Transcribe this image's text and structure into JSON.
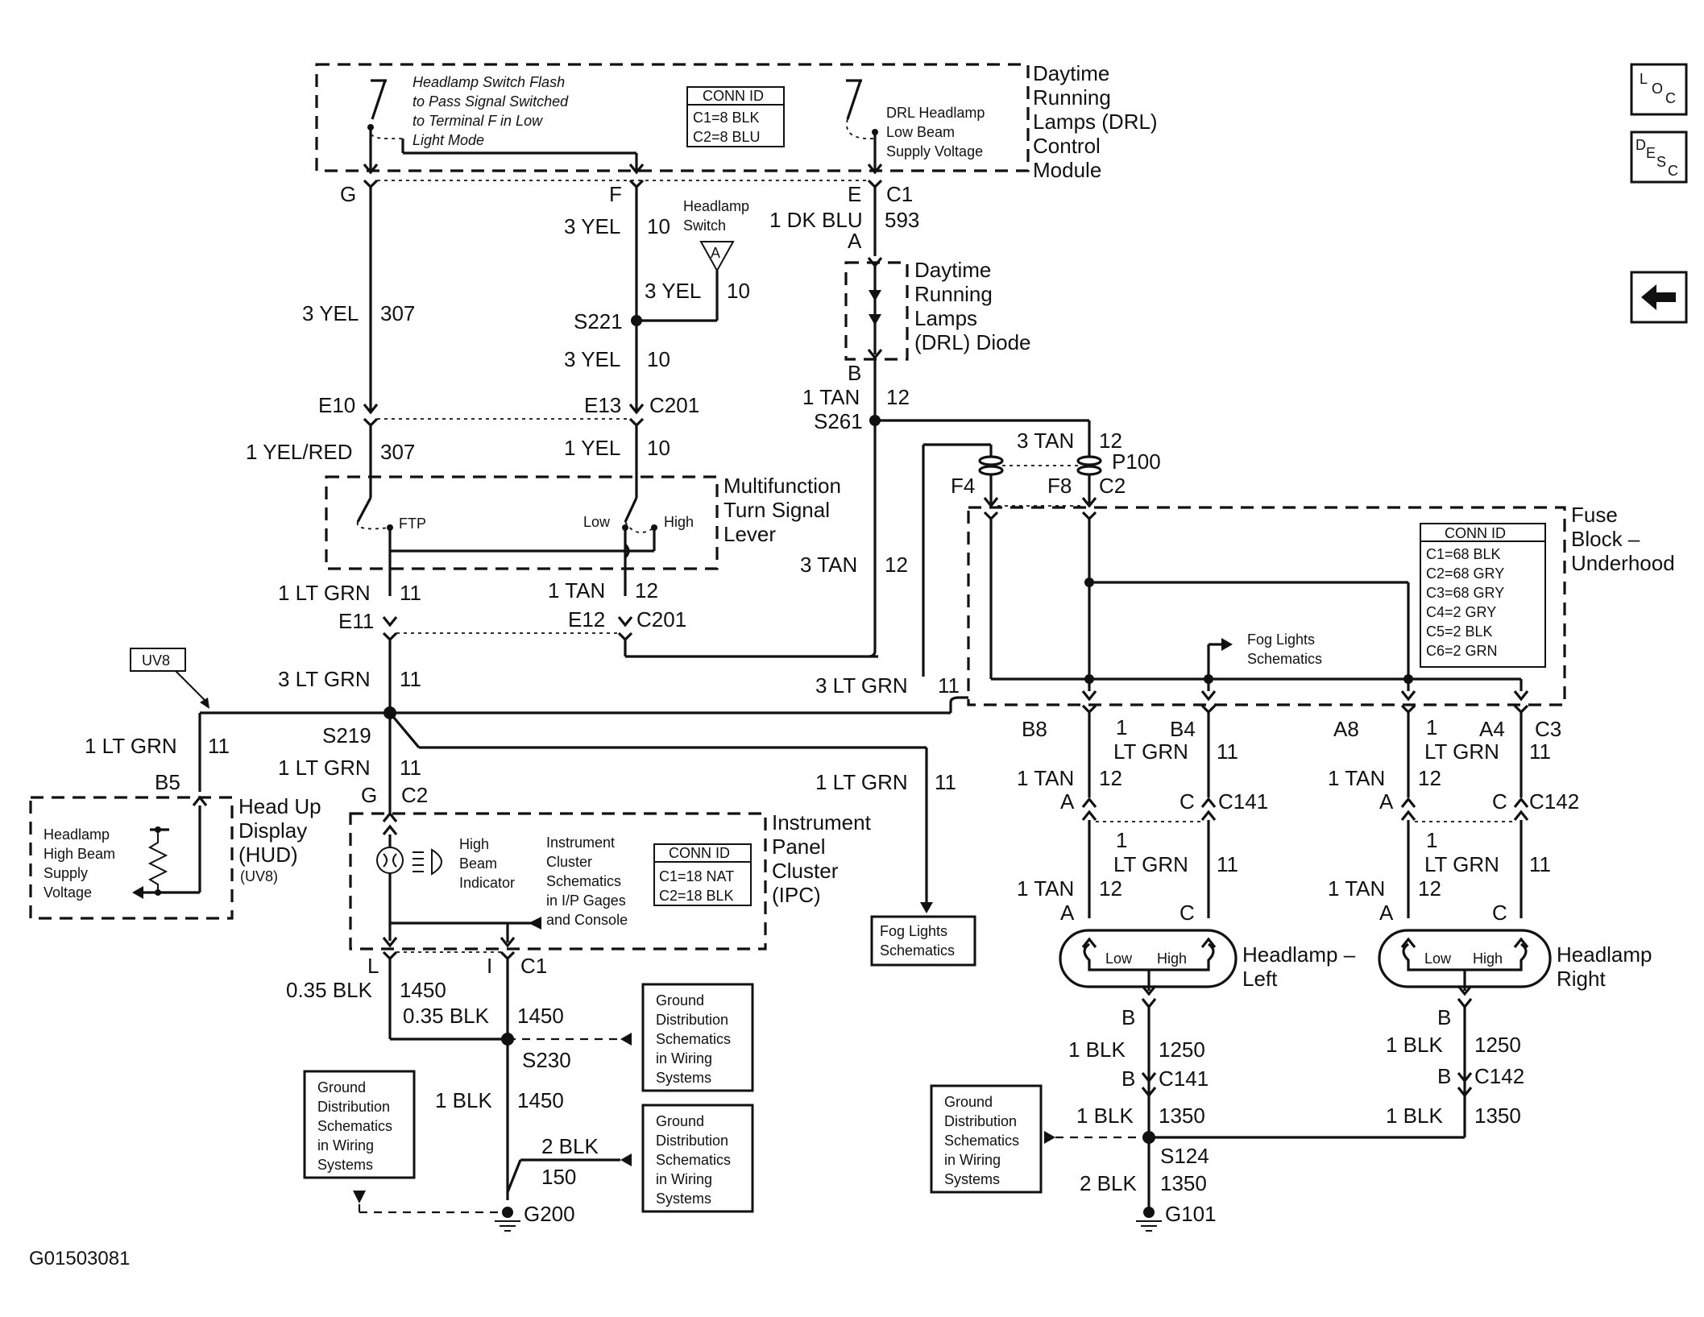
{
  "figure_id": "G01503081",
  "side_icons": {
    "loc": "LOC",
    "desc": "DESC",
    "back": "back-arrow"
  },
  "drl_module": {
    "title": [
      "Daytime",
      "Running",
      "Lamps (DRL)",
      "Control",
      "Module"
    ],
    "flash_note": [
      "Headlamp Switch Flash",
      "to Pass Signal Switched",
      "to Terminal F in Low",
      "Light Mode"
    ],
    "drl_note": [
      "DRL Headlamp",
      "Low Beam",
      "Supply Voltage"
    ],
    "conn_title": "CONN ID",
    "conn": [
      "C1=8 BLK",
      "C2=8 BLU"
    ],
    "pins": {
      "g": "G",
      "f": "F",
      "e": "E",
      "c1": "C1"
    }
  },
  "wires": {
    "w307_a": {
      "gauge": "3 YEL",
      "circuit": "307"
    },
    "w10_a": {
      "gauge": "3 YEL",
      "circuit": "10"
    },
    "w10_sw": {
      "gauge": "3 YEL",
      "circuit": "10"
    },
    "w10_b": {
      "gauge": "3 YEL",
      "circuit": "10"
    },
    "w593": {
      "gauge": "1 DK BLU",
      "circuit": "593"
    },
    "w12_a": {
      "gauge": "1 TAN",
      "circuit": "12"
    },
    "w12_p100": {
      "gauge": "3 TAN",
      "circuit": "12"
    },
    "w307_b": {
      "gauge": "1 YEL/RED",
      "circuit": "307"
    },
    "w10_c": {
      "gauge": "1 YEL",
      "circuit": "10"
    },
    "w12_long": {
      "gauge": "3 TAN",
      "circuit": "12"
    },
    "w11_a": {
      "gauge": "1 LT GRN",
      "circuit": "11"
    },
    "w12_b": {
      "gauge": "1 TAN",
      "circuit": "12"
    },
    "w11_b": {
      "gauge": "3 LT GRN",
      "circuit": "11"
    },
    "w11_fuse": {
      "gauge": "3 LT GRN",
      "circuit": "11"
    },
    "w11_hud": {
      "gauge": "1 LT GRN",
      "circuit": "11"
    },
    "w11_c": {
      "gauge": "1 LT GRN",
      "circuit": "11"
    },
    "w11_fog": {
      "gauge": "1 LT GRN",
      "circuit": "11"
    },
    "w1450_a": {
      "gauge": "0.35 BLK",
      "circuit": "1450"
    },
    "w1450_b": {
      "gauge": "0.35 BLK",
      "circuit": "1450"
    },
    "w1450_c": {
      "gauge": "1 BLK",
      "circuit": "1450"
    },
    "w150": {
      "gauge": "2 BLK",
      "circuit": "150"
    },
    "l_tan_a": {
      "gauge": "1 TAN",
      "circuit": "12"
    },
    "l_grn_a": {
      "gauge1": "1",
      "gauge2": "LT GRN",
      "circuit": "11"
    },
    "l_tan_b": {
      "gauge": "1 TAN",
      "circuit": "12"
    },
    "l_grn_b": {
      "gauge1": "1",
      "gauge2": "LT GRN",
      "circuit": "11"
    },
    "r_tan_a": {
      "gauge": "1 TAN",
      "circuit": "12"
    },
    "r_grn_a": {
      "gauge1": "1",
      "gauge2": "LT GRN",
      "circuit": "11"
    },
    "r_tan_b": {
      "gauge": "1 TAN",
      "circuit": "12"
    },
    "r_grn_b": {
      "gauge1": "1",
      "gauge2": "LT GRN",
      "circuit": "11"
    },
    "l_1250": {
      "gauge": "1 BLK",
      "circuit": "1250"
    },
    "r_1250": {
      "gauge": "1 BLK",
      "circuit": "1250"
    },
    "l_1350": {
      "gauge": "1 BLK",
      "circuit": "1350"
    },
    "r_1350": {
      "gauge": "1 BLK",
      "circuit": "1350"
    },
    "g101_1350": {
      "gauge": "2 BLK",
      "circuit": "1350"
    }
  },
  "connectors": {
    "headlamp_switch": [
      "Headlamp",
      "Switch"
    ],
    "headlamp_switch_ref": "A",
    "s221": "S221",
    "drl_diode": [
      "Daytime",
      "Running",
      "Lamps",
      "(DRL) Diode"
    ],
    "diode_a": "A",
    "diode_b": "B",
    "s261": "S261",
    "e10": "E10",
    "e13": "E13",
    "c201_top": "C201",
    "p100": "P100",
    "f4": "F4",
    "f8": "F8",
    "c2_p100": "C2",
    "e11": "E11",
    "e12": "E12",
    "c201_bot": "C201",
    "s219": "S219",
    "g_ipc": "G",
    "c2_ipc": "C2",
    "uv8": "UV8",
    "b5": "B5",
    "ipc_l": "L",
    "ipc_i": "I",
    "c1_ipc": "C1",
    "s230": "S230",
    "g200": "G200",
    "s124": "S124",
    "g101": "G101",
    "b8": "B8",
    "b4": "B4",
    "a8": "A8",
    "a4": "A4",
    "c3": "C3",
    "c141_l_a": "A",
    "c141_l_c": "C",
    "c141": "C141",
    "c142_r_a": "A",
    "c142_r_c": "C",
    "c142": "C142",
    "left_lamp_a": "A",
    "left_lamp_c": "C",
    "right_lamp_a": "A",
    "right_lamp_c": "C",
    "left_b": "B",
    "right_b": "B",
    "left_c141_b": "B",
    "left_c141": "C141",
    "right_c142_b": "B",
    "right_c142": "C142"
  },
  "mts_lever": {
    "title": [
      "Multifunction",
      "Turn Signal",
      "Lever"
    ],
    "ftp": "FTP",
    "low": "Low",
    "high": "High"
  },
  "fuse_block": {
    "title": [
      "Fuse",
      "Block –",
      "Underhood"
    ],
    "conn_title": "CONN ID",
    "conn": [
      "C1=68 BLK",
      "C2=68 GRY",
      "C3=68 GRY",
      "C4=2 GRY",
      "C5=2 BLK",
      "C6=2 GRN"
    ],
    "fog_ref": [
      "Fog Lights",
      "Schematics"
    ]
  },
  "hud": {
    "title": [
      "Head Up",
      "Display",
      "(HUD)",
      "(UV8)"
    ],
    "inner": [
      "Headlamp",
      "High Beam",
      "Supply",
      "Voltage"
    ]
  },
  "ipc": {
    "title": [
      "Instrument",
      "Panel",
      "Cluster",
      "(IPC)"
    ],
    "indicator": [
      "High",
      "Beam",
      "Indicator"
    ],
    "ref": [
      "Instrument",
      "Cluster",
      "Schematics",
      "in I/P Gages",
      "and Console"
    ],
    "conn_title": "CONN ID",
    "conn": [
      "C1=18 NAT",
      "C2=18 BLK"
    ]
  },
  "fog_box": [
    "Fog Lights",
    "Schematics"
  ],
  "ground_ref": [
    "Ground",
    "Distribution",
    "Schematics",
    "in Wiring",
    "Systems"
  ],
  "headlamp_left": {
    "title": [
      "Headlamp –",
      "Left"
    ],
    "low": "Low",
    "high": "High"
  },
  "headlamp_right": {
    "title": [
      "Headlamp",
      "Right"
    ],
    "low": "Low",
    "high": "High"
  }
}
